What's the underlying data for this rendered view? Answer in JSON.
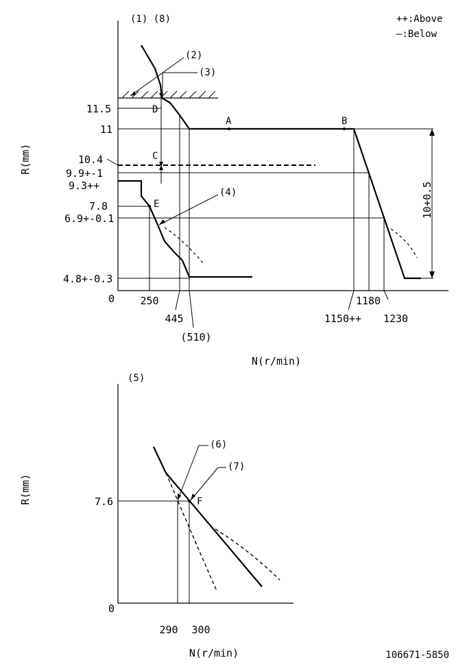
{
  "legend": {
    "above": "++:Above",
    "below": "—:Below"
  },
  "top_chart": {
    "header_label": "(1) (8)",
    "ylabel": "R(mm)",
    "xlabel": "N(r/min)",
    "origin_label": "0",
    "y_tick_labels": [
      "11.5",
      "11",
      "10.4",
      "9.9+-1",
      "9.3++",
      "7.8",
      "6.9+-0.1",
      "4.8+-0.3"
    ],
    "x_tick_labels": [
      "250",
      "445",
      "(510)",
      "1150++",
      "1180",
      "1230"
    ],
    "point_labels": [
      "A",
      "B",
      "C",
      "D",
      "E"
    ],
    "callouts": [
      "(2)",
      "(3)",
      "(4)"
    ],
    "dimension_label": "10+0.5"
  },
  "bottom_chart": {
    "header_label": "(5)",
    "ylabel": "R(mm)",
    "xlabel": "N(r/min)",
    "origin_label": "0",
    "y_tick_labels": [
      "7.6"
    ],
    "x_tick_labels": [
      "290",
      "300"
    ],
    "point_labels": [
      "F"
    ],
    "callouts": [
      "(6)",
      "(7)"
    ]
  },
  "drawing_number": "106671-5850"
}
